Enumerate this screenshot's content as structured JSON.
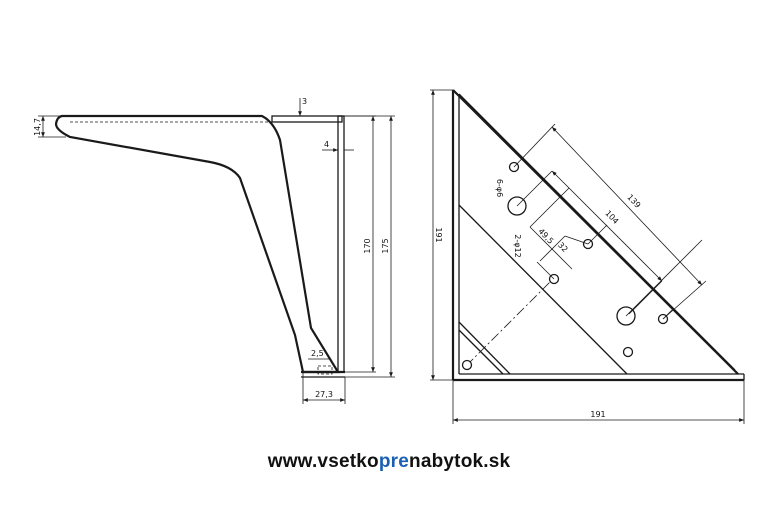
{
  "colors": {
    "line": "#1a1a1a",
    "url_text": "#111111",
    "url_accent": "#1b5fb3",
    "background": "#ffffff"
  },
  "side_view": {
    "dims": {
      "d14_7": "14,7",
      "d3": "3",
      "d4": "4",
      "d170": "170",
      "d175": "175",
      "d2_5": "2,5",
      "d27_3": "27,3"
    }
  },
  "plate_view": {
    "dims": {
      "d191_left": "191",
      "d191_bottom": "191",
      "d139": "139",
      "d104": "104",
      "d49_5": "49,5",
      "d32": "32",
      "d6_phi6": "6-φ6",
      "d2_phi12": "2-φ12"
    }
  },
  "footer": {
    "url_prefix": "www.vsetko",
    "url_accent": "pre",
    "url_suffix": "nabytok.sk"
  }
}
